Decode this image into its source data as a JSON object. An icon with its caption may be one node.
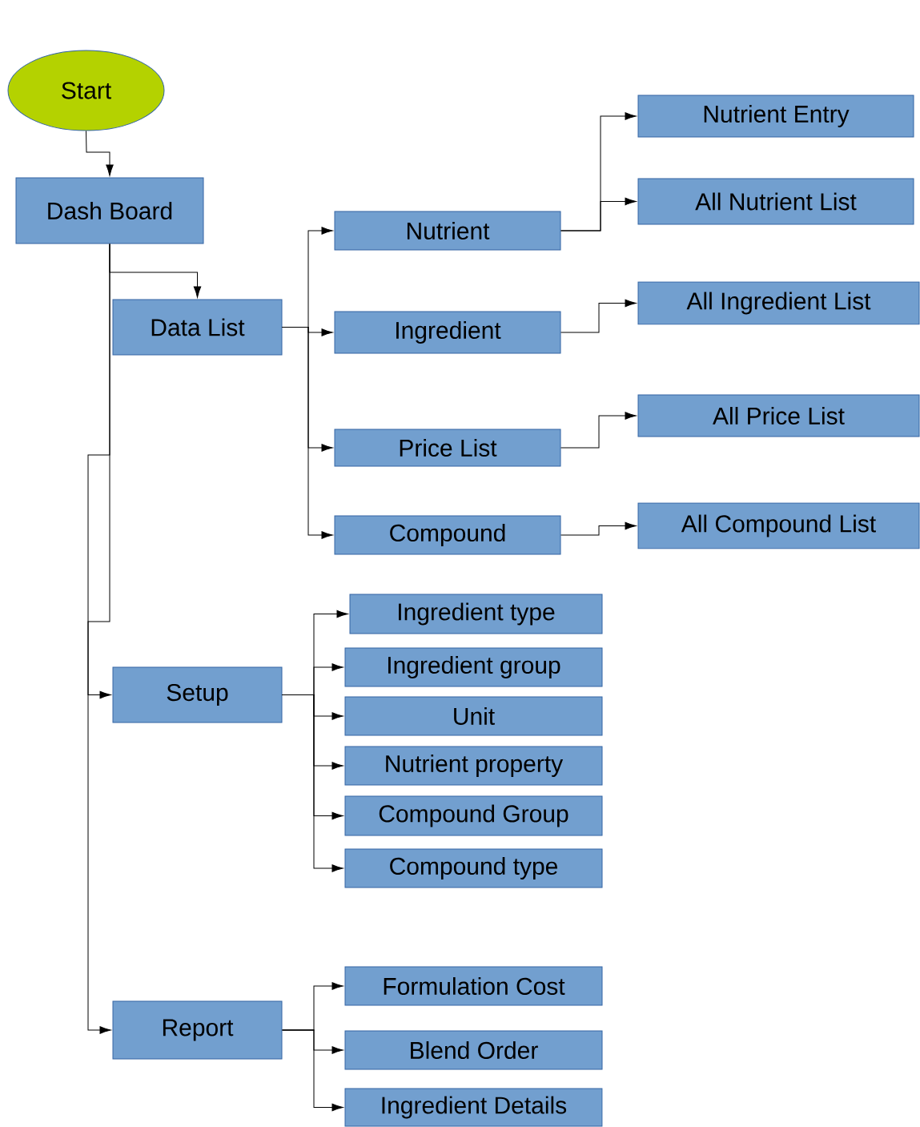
{
  "diagram": {
    "nodes": [
      {
        "text": [
          "Start"
        ]
      },
      {
        "text": [
          "Dash Board"
        ]
      },
      {
        "text": [
          "Data List"
        ]
      },
      {
        "text": [
          "Nutrient"
        ]
      },
      {
        "text": [
          "Ingredient"
        ]
      },
      {
        "text": [
          "Price List"
        ]
      },
      {
        "text": [
          "Compound"
        ]
      },
      {
        "text": [
          "Nutrient Entry"
        ]
      },
      {
        "text": [
          "All Nutrient List"
        ]
      },
      {
        "text": [
          "All Ingredient List"
        ]
      },
      {
        "text": [
          "All Price List"
        ]
      },
      {
        "text": [
          "All Compound List"
        ]
      },
      {
        "text": [
          "Setup"
        ]
      },
      {
        "text": [
          "Ingredient type"
        ]
      },
      {
        "text": [
          "Ingredient group"
        ]
      },
      {
        "text": [
          "Unit"
        ]
      },
      {
        "text": [
          "Nutrient property"
        ]
      },
      {
        "text": [
          "Compound Group"
        ]
      },
      {
        "text": [
          "Compound type"
        ]
      },
      {
        "text": [
          "Report"
        ]
      },
      {
        "text": [
          "Formulation Cost"
        ]
      },
      {
        "text": [
          "Blend Order"
        ]
      },
      {
        "text": [
          "Ingredient Details"
        ]
      }
    ],
    "edges": [
      {
        "from": 0,
        "to": 1,
        "arrow": "to"
      },
      {
        "from": 1,
        "to": 2,
        "arrow": "to"
      },
      {
        "from": 1,
        "to": 12,
        "arrow": "to"
      },
      {
        "from": 1,
        "to": 19,
        "arrow": "to"
      },
      {
        "from": 2,
        "to": 3,
        "arrow": "to"
      },
      {
        "from": 2,
        "to": 4,
        "arrow": "to"
      },
      {
        "from": 2,
        "to": 5,
        "arrow": "to"
      },
      {
        "from": 2,
        "to": 6,
        "arrow": "to"
      },
      {
        "from": 3,
        "to": 7,
        "arrow": "to"
      },
      {
        "from": 3,
        "to": 8,
        "arrow": "to"
      },
      {
        "from": 4,
        "to": 9,
        "arrow": "to"
      },
      {
        "from": 5,
        "to": 10,
        "arrow": "to"
      },
      {
        "from": 6,
        "to": 11,
        "arrow": "to"
      },
      {
        "from": 12,
        "to": 13,
        "arrow": "to"
      },
      {
        "from": 12,
        "to": 14,
        "arrow": "to"
      },
      {
        "from": 12,
        "to": 15,
        "arrow": "to"
      },
      {
        "from": 12,
        "to": 16,
        "arrow": "to"
      },
      {
        "from": 12,
        "to": 17,
        "arrow": "to"
      },
      {
        "from": 12,
        "to": 18,
        "arrow": "to"
      },
      {
        "from": 19,
        "to": 20,
        "arrow": "to"
      },
      {
        "from": 19,
        "to": 21,
        "arrow": "to"
      },
      {
        "from": 19,
        "to": 22,
        "arrow": "to"
      }
    ]
  }
}
